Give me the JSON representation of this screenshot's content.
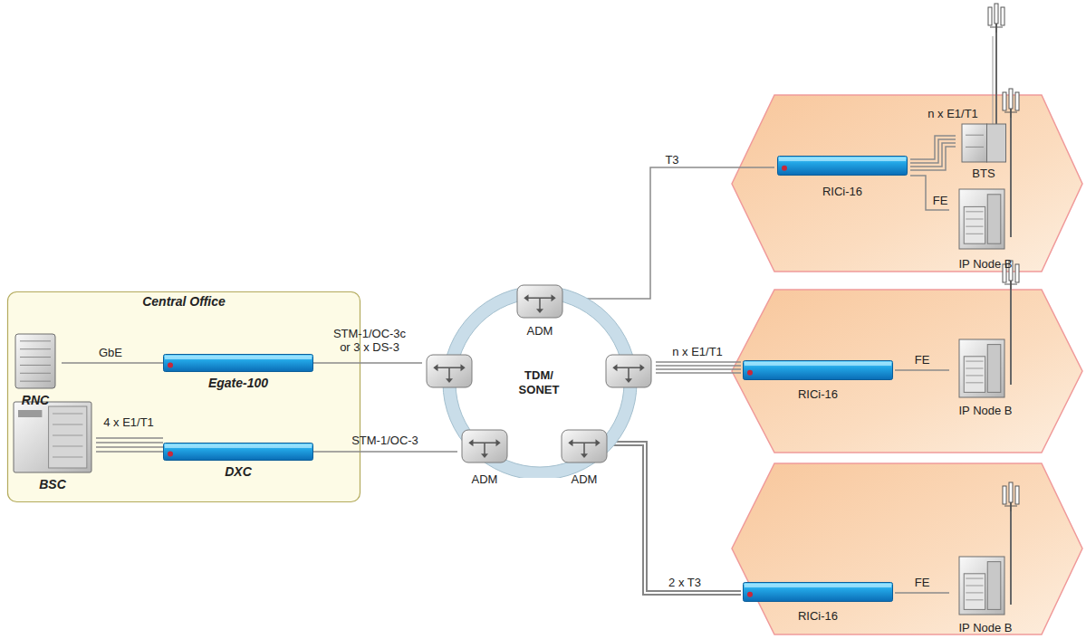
{
  "diagram": {
    "nodes": [
      {
        "text": [
          "Central Office"
        ]
      },
      {
        "text": [
          "RNC"
        ],
        "in": 0
      },
      {
        "text": [
          "Egate-100"
        ],
        "in": 0
      },
      {
        "text": [
          "BSC"
        ],
        "in": 0
      },
      {
        "text": [
          "DXC"
        ],
        "in": 0
      },
      {
        "text": [
          "TDM/ SONET"
        ]
      },
      {
        "text": [
          "ADM"
        ]
      },
      {
        "text": [
          "ADM"
        ]
      },
      {
        "text": [
          "ADM"
        ]
      },
      {
        "text": [
          "RICi-16"
        ]
      },
      {
        "text": [
          "BTS"
        ]
      },
      {
        "text": [
          "IP Node B"
        ]
      },
      {
        "text": [
          "RICi-16"
        ]
      },
      {
        "text": [
          "IP Node B"
        ]
      },
      {
        "text": [
          "RICi-16"
        ]
      },
      {
        "text": [
          "IP Node B"
        ]
      }
    ],
    "edges": [
      {
        "from": 1,
        "to": 2,
        "label": "GbE",
        "arrow": "none"
      },
      {
        "from": 3,
        "to": 4,
        "label": "4 x E1/T1",
        "arrow": "none"
      },
      {
        "from": 2,
        "to": 5,
        "label": "STM-1/OC-3c or 3 x DS-3",
        "arrow": "none"
      },
      {
        "from": 4,
        "to": 7,
        "label": "STM-1/OC-3",
        "arrow": "none"
      },
      {
        "from": 6,
        "to": 9,
        "label": "T3",
        "arrow": "none"
      },
      {
        "from": 9,
        "to": 10,
        "label": "n x E1/T1",
        "arrow": "none"
      },
      {
        "from": 9,
        "to": 11,
        "label": "FE",
        "arrow": "none"
      },
      {
        "from": 5,
        "to": 12,
        "label": "n x E1/T1",
        "arrow": "none"
      },
      {
        "from": 12,
        "to": 13,
        "label": "FE",
        "arrow": "none"
      },
      {
        "from": 8,
        "to": 14,
        "label": "2 x T3",
        "arrow": "none"
      },
      {
        "from": 14,
        "to": 15,
        "label": "FE",
        "arrow": "none"
      }
    ]
  }
}
